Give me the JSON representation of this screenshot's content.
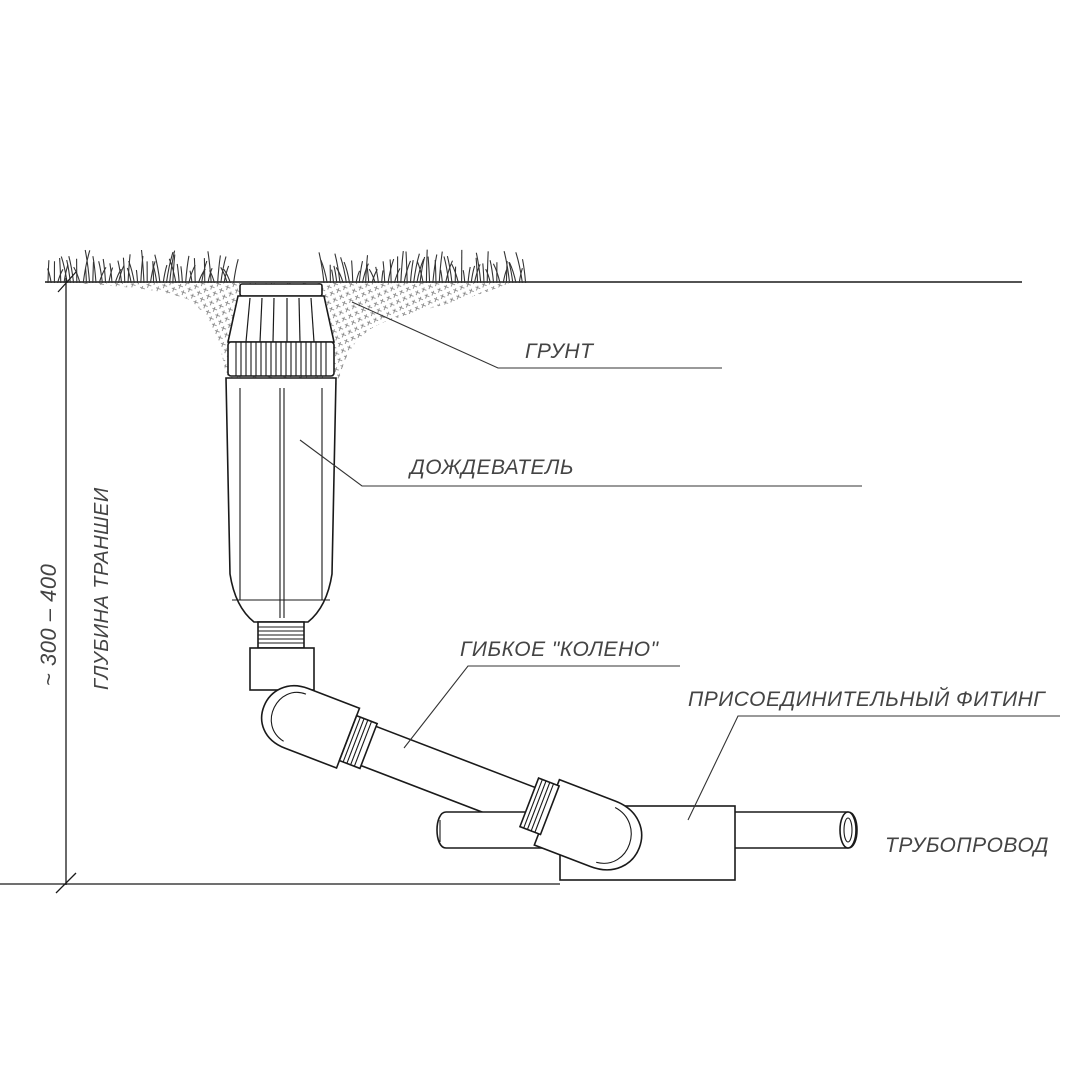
{
  "labels": {
    "soil": "ГРУНТ",
    "sprinkler": "ДОЖДЕВАТЕЛЬ",
    "flex_elbow": "ГИБКОЕ \"КОЛЕНО\"",
    "fitting": "ПРИСОЕДИНИТЕЛЬНЫЙ ФИТИНГ",
    "pipeline": "ТРУБОПРОВОД"
  },
  "dimension": {
    "value": "~ 300 – 400",
    "caption": "ГЛУБИНА ТРАНШЕИ"
  },
  "colors": {
    "line": "#1a1a1a",
    "text": "#444444",
    "soil": "#6a6a6a"
  }
}
